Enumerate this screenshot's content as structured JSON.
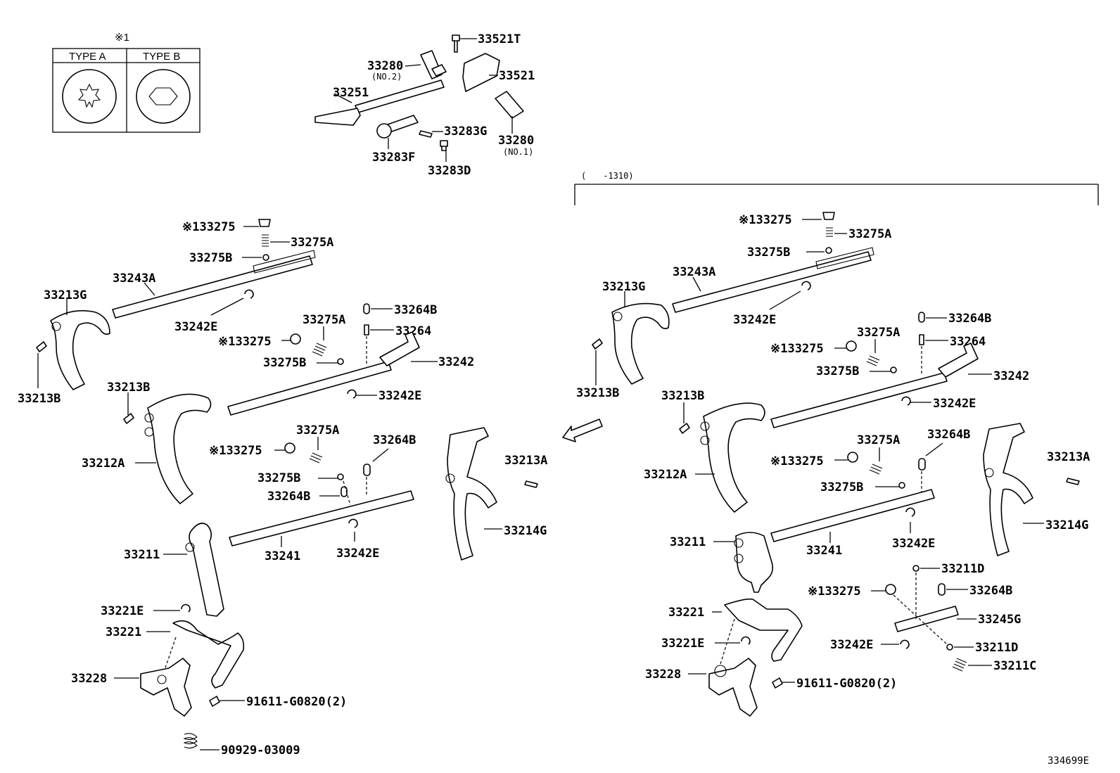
{
  "legend": {
    "mark": "※1",
    "type_a": "TYPE A",
    "type_b": "TYPE B"
  },
  "range_note": "(　　-1310)",
  "diagram_code": "334699E",
  "parts_top": {
    "p33521T": "33521T",
    "p33280_no2": "33280",
    "p33280_no2_sub": "(NO.2)",
    "p33521": "33521",
    "p33251": "33251",
    "p33283G": "33283G",
    "p33280_no1": "33280",
    "p33280_no1_sub": "(NO.1)",
    "p33283F": "33283F",
    "p33283D": "33283D"
  },
  "parts_left": {
    "p33275_a": "※133275",
    "p33275A_a": "33275A",
    "p33275B_a": "33275B",
    "p33243A": "33243A",
    "p33213G": "33213G",
    "p33242E_a": "33242E",
    "p33264B_a": "33264B",
    "p33275A_b": "33275A",
    "p33264": "33264",
    "p33275_b": "※133275",
    "p33275B_b": "33275B",
    "p33242": "33242",
    "p33213B_a": "33213B",
    "p33213B_b": "33213B",
    "p33242E_b": "33242E",
    "p33212A": "33212A",
    "p33275A_c": "33275A",
    "p33264B_b": "33264B",
    "p33275_c": "※133275",
    "p33213A": "33213A",
    "p33275B_c": "33275B",
    "p33264B_c": "33264B",
    "p33214G": "33214G",
    "p33211": "33211",
    "p33241": "33241",
    "p33242E_c": "33242E",
    "p33221E": "33221E",
    "p33221": "33221",
    "p33228": "33228",
    "p91611": "91611-G0820(2)",
    "p90929": "90929-03009"
  },
  "parts_right": {
    "p33275_a": "※133275",
    "p33275A_a": "33275A",
    "p33275B_a": "33275B",
    "p33243A": "33243A",
    "p33213G": "33213G",
    "p33242E_a": "33242E",
    "p33264B_a": "33264B",
    "p33275A_b": "33275A",
    "p33275_b": "※133275",
    "p33264": "33264",
    "p33275B_b": "33275B",
    "p33242": "33242",
    "p33213B": "33213B",
    "p33213B_b": "33213B",
    "p33242E_b": "33242E",
    "p33212A": "33212A",
    "p33275A_c": "33275A",
    "p33264B_b": "33264B",
    "p33213A": "33213A",
    "p33275_c": "※133275",
    "p33275B_c": "33275B",
    "p33214G": "33214G",
    "p33211": "33211",
    "p33241": "33241",
    "p33242E_c": "33242E",
    "p33211D_a": "33211D",
    "p33275_d": "※133275",
    "p33264B_c": "33264B",
    "p33221": "33221",
    "p33245G": "33245G",
    "p33221E": "33221E",
    "p33242E_d": "33242E",
    "p33211D_b": "33211D",
    "p33228": "33228",
    "p33211C": "33211C",
    "p91611": "91611-G0820(2)"
  }
}
